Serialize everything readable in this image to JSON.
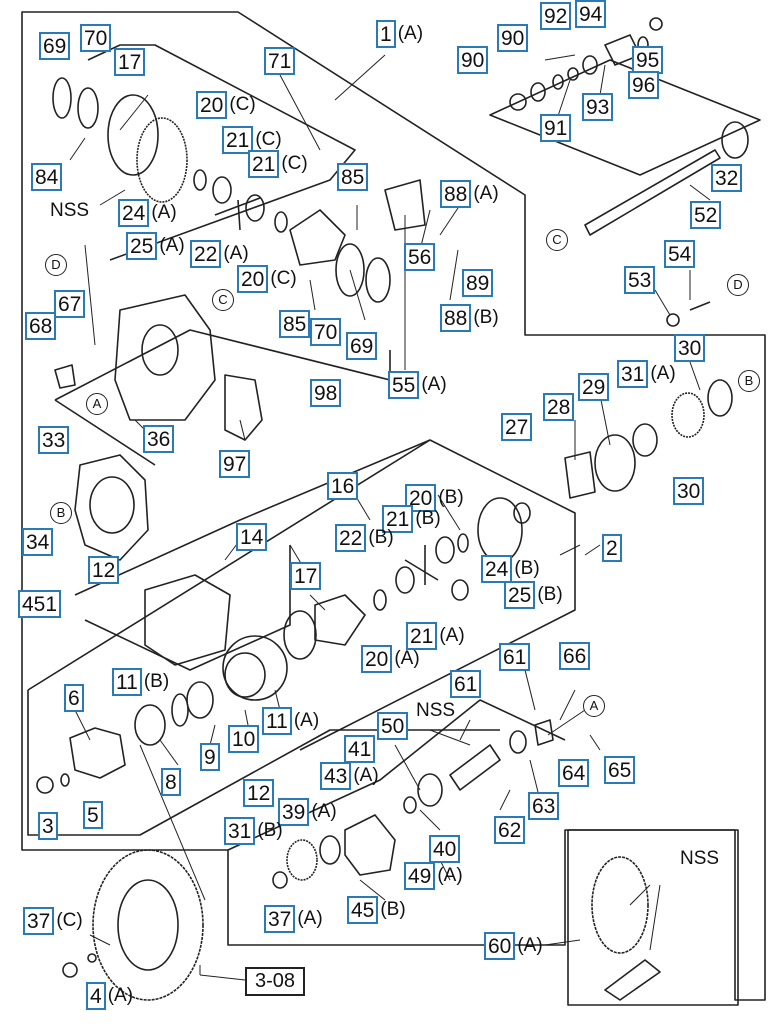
{
  "callouts": [
    {
      "id": "c69a",
      "num": "69",
      "sub": ""
    },
    {
      "id": "c70a",
      "num": "70",
      "sub": ""
    },
    {
      "id": "c17a",
      "num": "17",
      "sub": ""
    },
    {
      "id": "c71",
      "num": "71",
      "sub": ""
    },
    {
      "id": "c1",
      "num": "1",
      "sub": "(A)"
    },
    {
      "id": "c20c1",
      "num": "20",
      "sub": "(C)"
    },
    {
      "id": "c21c1",
      "num": "21",
      "sub": "(C)"
    },
    {
      "id": "c21c2",
      "num": "21",
      "sub": "(C)"
    },
    {
      "id": "c84",
      "num": "84",
      "sub": ""
    },
    {
      "id": "c24a",
      "num": "24",
      "sub": "(A)"
    },
    {
      "id": "c25a",
      "num": "25",
      "sub": "(A)"
    },
    {
      "id": "c22a",
      "num": "22",
      "sub": "(A)"
    },
    {
      "id": "c20c2",
      "num": "20",
      "sub": "(C)"
    },
    {
      "id": "c85a",
      "num": "85",
      "sub": ""
    },
    {
      "id": "c88a",
      "num": "88",
      "sub": "(A)"
    },
    {
      "id": "c56",
      "num": "56",
      "sub": ""
    },
    {
      "id": "c89",
      "num": "89",
      "sub": ""
    },
    {
      "id": "c88b",
      "num": "88",
      "sub": "(B)"
    },
    {
      "id": "c85b",
      "num": "85",
      "sub": ""
    },
    {
      "id": "c70b",
      "num": "70",
      "sub": ""
    },
    {
      "id": "c69b",
      "num": "69",
      "sub": ""
    },
    {
      "id": "c55a",
      "num": "55",
      "sub": "(A)"
    },
    {
      "id": "c67",
      "num": "67",
      "sub": ""
    },
    {
      "id": "c68",
      "num": "68",
      "sub": ""
    },
    {
      "id": "c98",
      "num": "98",
      "sub": ""
    },
    {
      "id": "c33",
      "num": "33",
      "sub": ""
    },
    {
      "id": "c36",
      "num": "36",
      "sub": ""
    },
    {
      "id": "c97",
      "num": "97",
      "sub": ""
    },
    {
      "id": "c90a",
      "num": "90",
      "sub": ""
    },
    {
      "id": "c90b",
      "num": "90",
      "sub": ""
    },
    {
      "id": "c92",
      "num": "92",
      "sub": ""
    },
    {
      "id": "c94",
      "num": "94",
      "sub": ""
    },
    {
      "id": "c95",
      "num": "95",
      "sub": ""
    },
    {
      "id": "c96",
      "num": "96",
      "sub": ""
    },
    {
      "id": "c91",
      "num": "91",
      "sub": ""
    },
    {
      "id": "c93",
      "num": "93",
      "sub": ""
    },
    {
      "id": "c32",
      "num": "32",
      "sub": ""
    },
    {
      "id": "c52",
      "num": "52",
      "sub": ""
    },
    {
      "id": "c54",
      "num": "54",
      "sub": ""
    },
    {
      "id": "c53",
      "num": "53",
      "sub": ""
    },
    {
      "id": "c30a",
      "num": "30",
      "sub": ""
    },
    {
      "id": "c31a",
      "num": "31",
      "sub": "(A)"
    },
    {
      "id": "c29",
      "num": "29",
      "sub": ""
    },
    {
      "id": "c28",
      "num": "28",
      "sub": ""
    },
    {
      "id": "c27",
      "num": "27",
      "sub": ""
    },
    {
      "id": "c30b",
      "num": "30",
      "sub": ""
    },
    {
      "id": "c16",
      "num": "16",
      "sub": ""
    },
    {
      "id": "c20b",
      "num": "20",
      "sub": "(B)"
    },
    {
      "id": "c21b",
      "num": "21",
      "sub": "(B)"
    },
    {
      "id": "c22b",
      "num": "22",
      "sub": "(B)"
    },
    {
      "id": "c2",
      "num": "2",
      "sub": ""
    },
    {
      "id": "c24b",
      "num": "24",
      "sub": "(B)"
    },
    {
      "id": "c25b",
      "num": "25",
      "sub": "(B)"
    },
    {
      "id": "c14",
      "num": "14",
      "sub": ""
    },
    {
      "id": "c34",
      "num": "34",
      "sub": ""
    },
    {
      "id": "c12a",
      "num": "12",
      "sub": ""
    },
    {
      "id": "c451",
      "num": "451",
      "sub": ""
    },
    {
      "id": "c17b",
      "num": "17",
      "sub": ""
    },
    {
      "id": "c21a",
      "num": "21",
      "sub": "(A)"
    },
    {
      "id": "c20a",
      "num": "20",
      "sub": "(A)"
    },
    {
      "id": "c11b",
      "num": "11",
      "sub": "(B)"
    },
    {
      "id": "c61a",
      "num": "61",
      "sub": ""
    },
    {
      "id": "c66",
      "num": "66",
      "sub": ""
    },
    {
      "id": "c61b",
      "num": "61",
      "sub": ""
    },
    {
      "id": "c6",
      "num": "6",
      "sub": ""
    },
    {
      "id": "c11a",
      "num": "11",
      "sub": "(A)"
    },
    {
      "id": "c50",
      "num": "50",
      "sub": ""
    },
    {
      "id": "c10",
      "num": "10",
      "sub": ""
    },
    {
      "id": "c9",
      "num": "9",
      "sub": ""
    },
    {
      "id": "c41",
      "num": "41",
      "sub": ""
    },
    {
      "id": "c43a",
      "num": "43",
      "sub": "(A)"
    },
    {
      "id": "c8",
      "num": "8",
      "sub": ""
    },
    {
      "id": "c64",
      "num": "64",
      "sub": ""
    },
    {
      "id": "c65",
      "num": "65",
      "sub": ""
    },
    {
      "id": "c12b",
      "num": "12",
      "sub": ""
    },
    {
      "id": "c39a",
      "num": "39",
      "sub": "(A)"
    },
    {
      "id": "c63",
      "num": "63",
      "sub": ""
    },
    {
      "id": "c62",
      "num": "62",
      "sub": ""
    },
    {
      "id": "c3",
      "num": "3",
      "sub": ""
    },
    {
      "id": "c5",
      "num": "5",
      "sub": ""
    },
    {
      "id": "c31b",
      "num": "31",
      "sub": "(B)"
    },
    {
      "id": "c40",
      "num": "40",
      "sub": ""
    },
    {
      "id": "c49a",
      "num": "49",
      "sub": "(A)"
    },
    {
      "id": "c45b",
      "num": "45",
      "sub": "(B)"
    },
    {
      "id": "c37c",
      "num": "37",
      "sub": "(C)"
    },
    {
      "id": "c37a",
      "num": "37",
      "sub": "(A)"
    },
    {
      "id": "c60a",
      "num": "60",
      "sub": "(A)"
    },
    {
      "id": "c4a",
      "num": "4",
      "sub": "(A)"
    }
  ],
  "plain_labels": [
    {
      "id": "nss1",
      "text": "NSS"
    },
    {
      "id": "nss2",
      "text": "NSS"
    },
    {
      "id": "nss3",
      "text": "NSS"
    }
  ],
  "circle_refs": [
    {
      "id": "cr_c1",
      "text": "C"
    },
    {
      "id": "cr_c2",
      "text": "C"
    },
    {
      "id": "cr_d1",
      "text": "D"
    },
    {
      "id": "cr_d2",
      "text": "D"
    },
    {
      "id": "cr_a1",
      "text": "A"
    },
    {
      "id": "cr_a2",
      "text": "A"
    },
    {
      "id": "cr_b1",
      "text": "B"
    },
    {
      "id": "cr_b2",
      "text": "B"
    }
  ],
  "page_ref": "3-08",
  "colors": {
    "callout_border": "#2a7ab8",
    "line": "#222222"
  }
}
